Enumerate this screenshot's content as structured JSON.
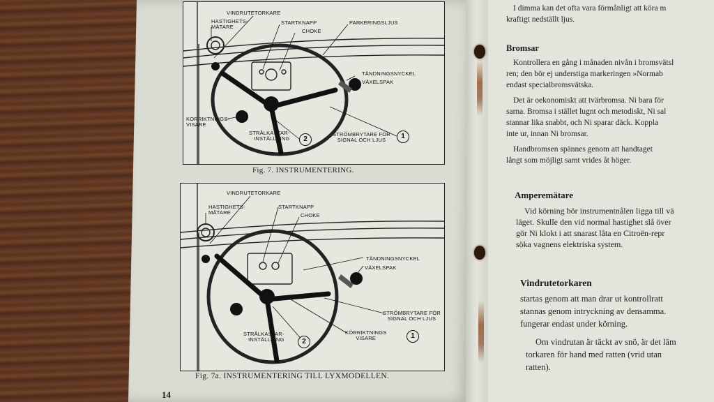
{
  "page_number": "14",
  "figures": [
    {
      "caption": "Fig. 7. INSTRUMENTERING.",
      "labels": {
        "vindrutetorkare": "VINDRUTETORKARE",
        "hastighetsmatare": "HASTIGHETS-\nMÄTARE",
        "startknapp": "STARTKNAPP",
        "choke": "CHOKE",
        "parkeringsljus": "PARKERINGSLJUS",
        "tandningsnyckel": "TÄNDNINGSNYCKEL",
        "vaxelspak": "VÄXELSPAK",
        "korriktningsvisare": "KORRIKTNINGS-\nVISARE",
        "stralkastarinstallning": "STRÅLKASTAR-\nINSTÄLLNING",
        "strombrytare": "STRÖMBRYTARE FÖR\nSIGNAL OCH LJUS"
      },
      "callouts": [
        "2",
        "1"
      ]
    },
    {
      "caption": "Fig. 7a. INSTRUMENTERING TILL LYXMODELLEN.",
      "labels": {
        "vindrutetorkare": "VINDRUTETORKARE",
        "hastighetsmatare": "HASTIGHETS-\nMÄTARE",
        "startknapp": "STARTKNAPP",
        "choke": "CHOKE",
        "tandningsnyckel": "TÄNDNINGSNYCKEL",
        "vaxelspak": "VÄXELSPAK",
        "strombrytare": "STRÖMBRYTARE FÖR\nSIGNAL OCH LJUS",
        "stralkastarinstallning": "STRÅLKASTAR-\nINSTÄLLNING",
        "korriktningsvisare": "KÖRRIKTNINGS\nVISARE"
      },
      "callouts": [
        "2",
        "1"
      ]
    }
  ],
  "right_page": {
    "intro_lines": [
      "I dimma kan det ofta vara förmånligt att köra m",
      "kraftigt nedställt ljus."
    ],
    "sections": [
      {
        "heading": "Bromsar",
        "lines": [
          "Kontrollera en gång i månaden nivån i bromsvätsl",
          "ren; den bör ej understiga markeringen »Normab",
          "endast specialbromsvätska.",
          "Det är oekonomiskt att tvärbromsa. Ni bara för",
          "sarna. Bromsa i stället lugnt och metodiskt, Ni sal",
          "stannar lika snabbt, och Ni sparar däck. Koppla",
          "inte ur, innan Ni bromsar.",
          "Handbromsen spännes genom att handtaget",
          "långt som möjligt samt vrides åt höger."
        ]
      },
      {
        "heading": "Amperemätare",
        "lines": [
          "Vid körning bör instrumentnålen ligga till vä",
          "läget. Skulle den vid normal hastighet slå över",
          "gör Ni klokt i att snarast låta en Citroën-repr",
          "söka vagnens elektriska system."
        ]
      },
      {
        "heading": "Vindrutetorkaren",
        "lines": [
          "startas genom att man drar ut kontrollratt",
          "stannas genom intryckning av densamma.",
          "fungerar endast under körning.",
          "Om vindrutan är täckt av snö, är det läm",
          "torkaren för hand med ratten (vrid utan",
          "ratten)."
        ]
      }
    ]
  }
}
